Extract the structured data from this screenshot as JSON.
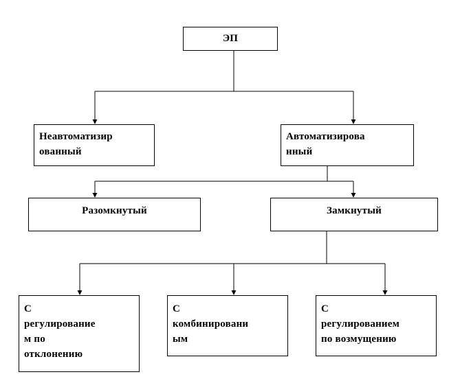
{
  "diagram": {
    "root": {
      "label": "ЭП"
    },
    "level1": {
      "left": {
        "label": "Неавтоматизир\nованный"
      },
      "right": {
        "label": "Автоматизирова\nнный"
      }
    },
    "level2": {
      "left": {
        "label": "Разомкнутый"
      },
      "right": {
        "label": "Замкнутый"
      }
    },
    "level3": {
      "left": {
        "label": "С\nрегулирование\nм по\nотклонению"
      },
      "middle": {
        "label": "С\nкомбинировани\nым"
      },
      "right": {
        "label": "С\nрегулированием\nпо возмущению"
      }
    }
  }
}
